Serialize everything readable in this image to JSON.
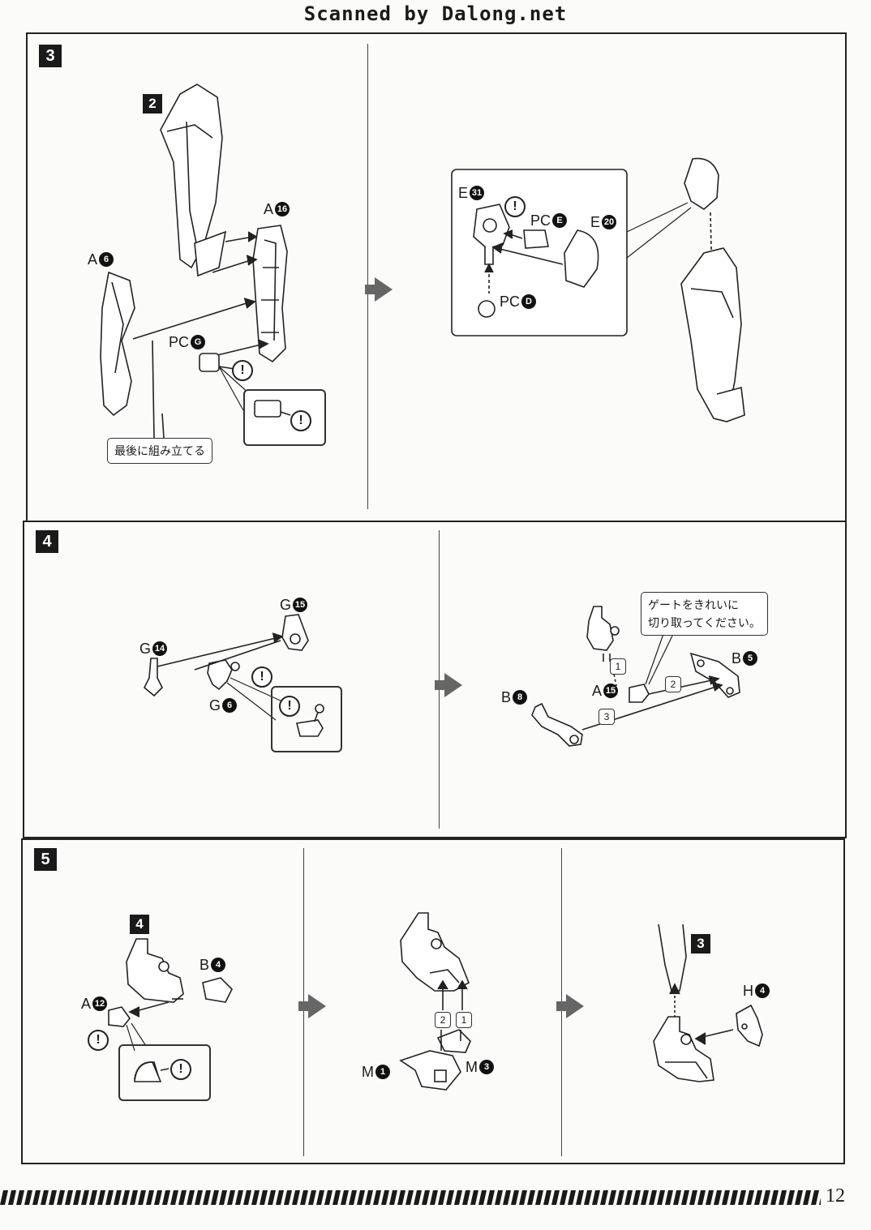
{
  "header": {
    "scan_credit": "Scanned by Dalong.net"
  },
  "steps": {
    "step3": {
      "number": "3",
      "subassembly": "2",
      "labels": {
        "a6": "A",
        "a6_num": "6",
        "a16": "A",
        "a16_num": "16",
        "pcg": "PC",
        "pcg_circ": "G",
        "e31": "E",
        "e31_num": "31",
        "pce": "PC",
        "pce_circ": "E",
        "e20": "E",
        "e20_num": "20",
        "pcd": "PC",
        "pcd_circ": "D"
      },
      "note": "最後に組み立てる"
    },
    "step4": {
      "number": "4",
      "labels": {
        "g15": "G",
        "g15_num": "15",
        "g14": "G",
        "g14_num": "14",
        "g6": "G",
        "g6_num": "6",
        "b5": "B",
        "b5_num": "5",
        "b8": "B",
        "b8_num": "8",
        "a15": "A",
        "a15_num": "15"
      },
      "note_line1": "ゲートをきれいに",
      "note_line2": "切り取ってください。",
      "order": [
        "1",
        "2",
        "3"
      ]
    },
    "step5": {
      "number": "5",
      "subassembly_a": "4",
      "subassembly_b": "3",
      "labels": {
        "b4": "B",
        "b4_num": "4",
        "a12": "A",
        "a12_num": "12",
        "m1": "M",
        "m1_num": "1",
        "m3": "M",
        "m3_num": "3",
        "h4": "H",
        "h4_num": "4"
      },
      "order": [
        "2",
        "1"
      ]
    }
  },
  "warning_symbol": "!",
  "footer": {
    "page_number": "12"
  }
}
